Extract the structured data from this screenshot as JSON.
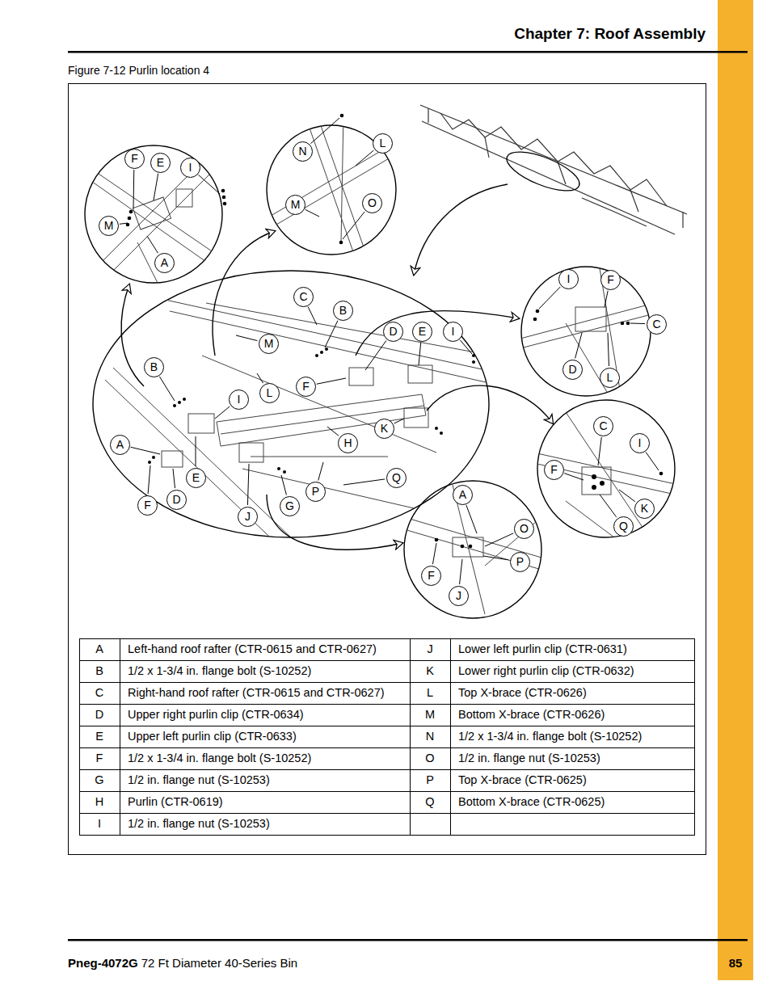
{
  "diagram": {
    "title": "Chapter 7: Roof Assembly",
    "caption": "Figure 7-12 Purlin location 4",
    "labels": [
      "F",
      "E",
      "I",
      "M",
      "A",
      "N",
      "L",
      "M",
      "O",
      "C",
      "B",
      "M",
      "D",
      "E",
      "I",
      "B",
      "L",
      "F",
      "I",
      "K",
      "H",
      "A",
      "E",
      "Q",
      "F",
      "D",
      "P",
      "G",
      "J",
      "I",
      "F",
      "C",
      "D",
      "L",
      "C",
      "I",
      "F",
      "K",
      "Q",
      "A",
      "O",
      "P",
      "F",
      "J",
      "A",
      "Left-hand roof rafter (CTR-0615 and CTR-0627)",
      "J",
      "Lower left purlin clip (CTR-0631)",
      "B",
      "1/2 x 1-3/4 in. flange bolt (S-10252)",
      "K",
      "Lower right purlin clip (CTR-0632)",
      "C",
      "Right-hand roof rafter (CTR-0615 and CTR-0627)",
      "L",
      "Top X-brace (CTR-0626)",
      "D",
      "Upper right purlin clip (CTR-0634)",
      "M",
      "Bottom X-brace (CTR-0626)",
      "E",
      "Upper left purlin clip (CTR-0633)",
      "N",
      "1/2 x 1-3/4 in. flange bolt (S-10252)",
      "F",
      "1/2 x 1-3/4 in. flange bolt (S-10252)",
      "O",
      "1/2 in. flange nut (S-10253)",
      "G",
      "1/2 in. flange nut (S-10253)",
      "P",
      "Top X-brace (CTR-0625)",
      "H",
      "Purlin (CTR-0619)",
      "Q",
      "Bottom X-brace (CTR-0625)",
      "I",
      "1/2 in. flange nut (S-10253)",
      "Pneg-4072G",
      "72 Ft Diameter 40-Series Bin",
      "85"
    ]
  }
}
